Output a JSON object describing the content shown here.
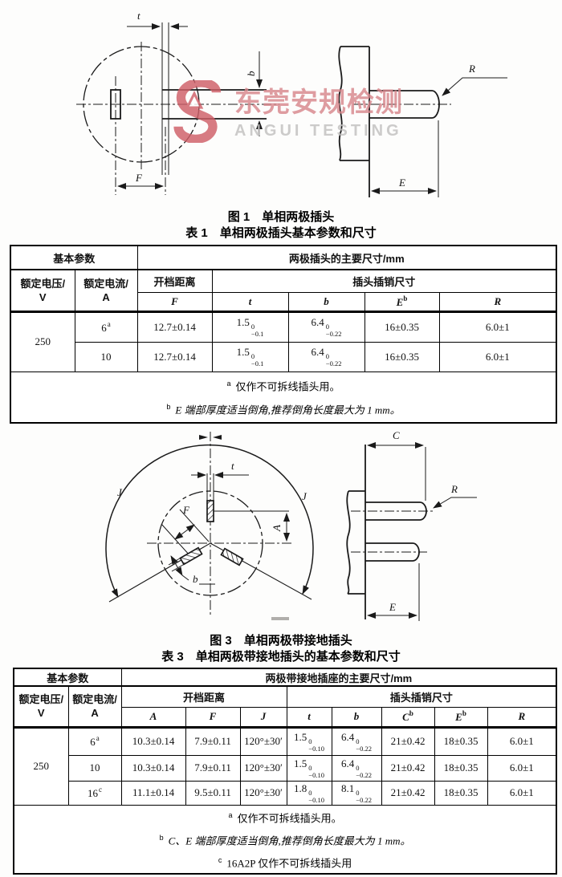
{
  "watermark": {
    "cn": "东莞安规检测",
    "en": "ANGUI TESTING"
  },
  "fig1": {
    "caption_figure": "图 1　单相两极插头",
    "caption_table": "表 1　单相两极插头基本参数和尺寸",
    "labels": {
      "t": "t",
      "b": "b",
      "F": "F",
      "E": "E",
      "R": "R"
    }
  },
  "table1": {
    "h_basic": "基本参数",
    "h_dims": "两极插头的主要尺寸/mm",
    "h_voltage_l1": "额定电压/",
    "h_voltage_l2": "V",
    "h_current_l1": "额定电流/",
    "h_current_l2": "A",
    "h_gap": "开档距离",
    "h_pin": "插头插销尺寸",
    "col_F": "F",
    "col_t": "t",
    "col_b": "b",
    "col_E": "E",
    "col_E_sup": "b",
    "col_R": "R",
    "rows": [
      {
        "voltage": "250",
        "current": "6",
        "current_sup": "a",
        "F": "12.7±0.14",
        "t_main": "1.5",
        "t_sup": "0",
        "t_sub": "−0.1",
        "b_main": "6.4",
        "b_sup": "0",
        "b_sub": "−0.22",
        "E": "16±0.35",
        "R": "6.0±1"
      },
      {
        "current": "10",
        "current_sup": "",
        "F": "12.7±0.14",
        "t_main": "1.5",
        "t_sup": "0",
        "t_sub": "−0.1",
        "b_main": "6.4",
        "b_sup": "0",
        "b_sub": "−0.22",
        "E": "16±0.35",
        "R": "6.0±1"
      }
    ],
    "footnotes": [
      {
        "marker": "a",
        "text": "仅作不可拆线插头用。"
      },
      {
        "marker": "b",
        "text": "E 端部厚度适当倒角,推荐倒角长度最大为 1 mm。"
      }
    ]
  },
  "fig3": {
    "caption_figure": "图 3　单相两极带接地插头",
    "caption_table": "表 3　单相两极带接地插头的基本参数和尺寸",
    "labels": {
      "C": "C",
      "R": "R",
      "t": "t",
      "A": "A",
      "F": "F",
      "b": "b",
      "J": "J",
      "E": "E"
    }
  },
  "table3": {
    "h_basic": "基本参数",
    "h_dims": "两极带接地插座的主要尺寸/mm",
    "h_voltage_l1": "额定电压/",
    "h_voltage_l2": "V",
    "h_current_l1": "额定电流/",
    "h_current_l2": "A",
    "h_gap": "开档距离",
    "h_pin": "插头插销尺寸",
    "col_A": "A",
    "col_F": "F",
    "col_J": "J",
    "col_t": "t",
    "col_b": "b",
    "col_C": "C",
    "col_C_sup": "b",
    "col_E": "E",
    "col_E_sup": "b",
    "col_R": "R",
    "rows": [
      {
        "voltage": "250",
        "current": "6",
        "current_sup": "a",
        "A": "10.3±0.14",
        "F": "7.9±0.11",
        "J": "120°±30′",
        "t_main": "1.5",
        "t_sup": "0",
        "t_sub": "−0.10",
        "b_main": "6.4",
        "b_sup": "0",
        "b_sub": "−0.22",
        "C": "21±0.42",
        "E": "18±0.35",
        "R": "6.0±1"
      },
      {
        "current": "10",
        "current_sup": "",
        "A": "10.3±0.14",
        "F": "7.9±0.11",
        "J": "120°±30′",
        "t_main": "1.5",
        "t_sup": "0",
        "t_sub": "−0.10",
        "b_main": "6.4",
        "b_sup": "0",
        "b_sub": "−0.22",
        "C": "21±0.42",
        "E": "18±0.35",
        "R": "6.0±1"
      },
      {
        "current": "16",
        "current_sup": "c",
        "A": "11.1±0.14",
        "F": "9.5±0.11",
        "J": "120°±30′",
        "t_main": "1.8",
        "t_sup": "0",
        "t_sub": "−0.10",
        "b_main": "8.1",
        "b_sup": "0",
        "b_sub": "−0.22",
        "C": "21±0.42",
        "E": "18±0.35",
        "R": "6.0±1"
      }
    ],
    "footnotes": [
      {
        "marker": "a",
        "text": "仅作不可拆线插头用。"
      },
      {
        "marker": "b",
        "text": "C、E 端部厚度适当倒角,推荐倒角长度最大为 1 mm。"
      },
      {
        "marker": "c",
        "text": "16A2P 仅作不可拆线插头用"
      }
    ]
  }
}
